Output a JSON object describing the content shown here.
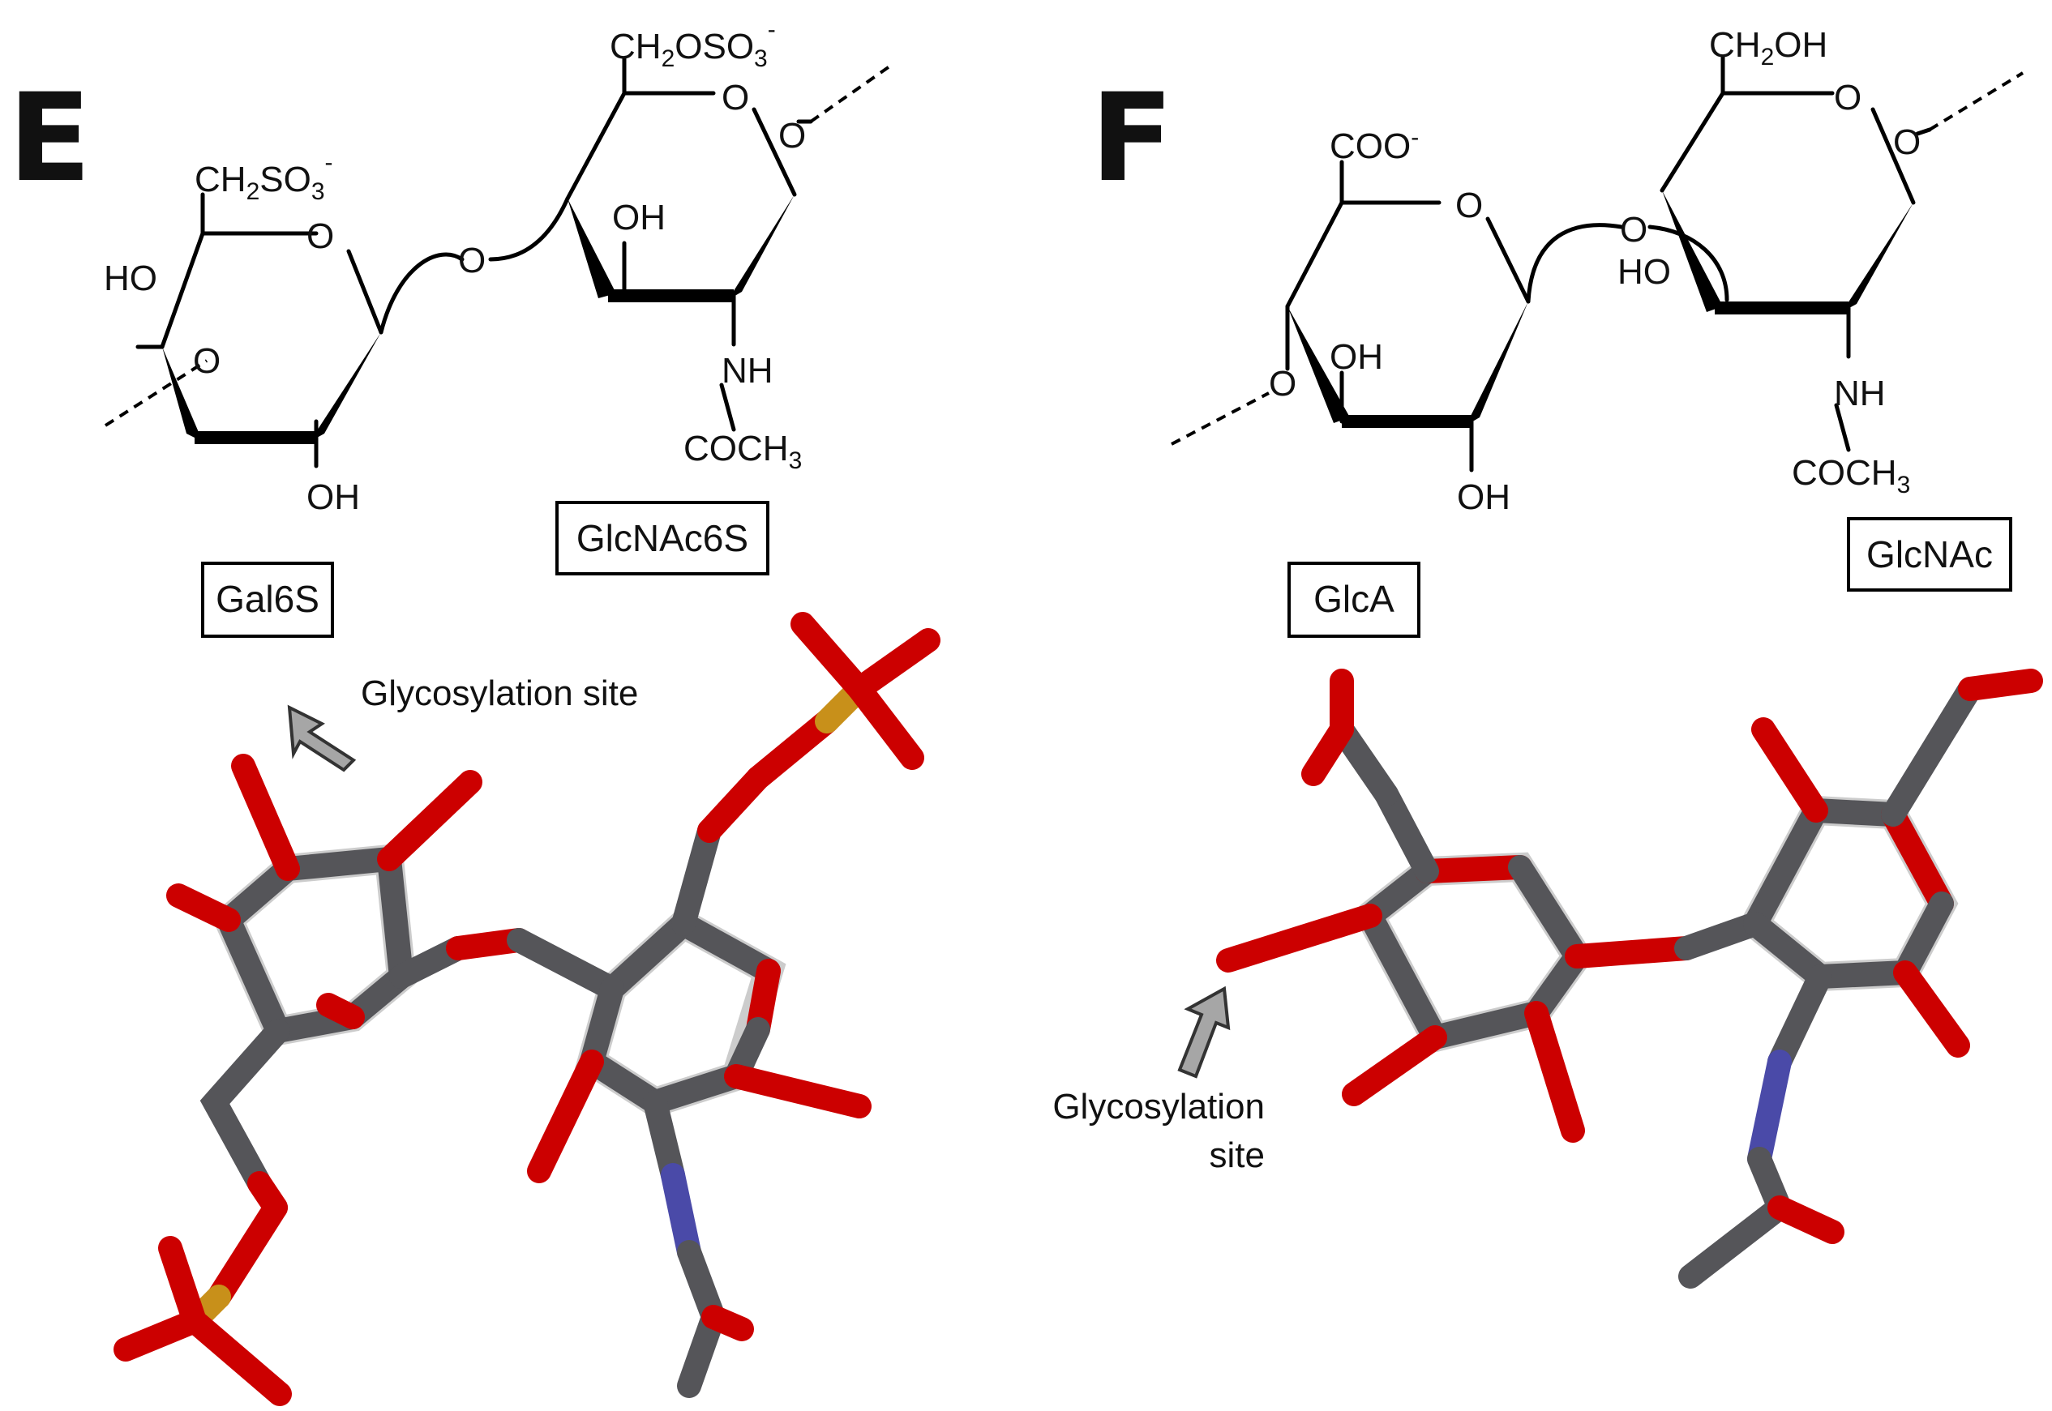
{
  "panels": [
    {
      "letter": "E",
      "residues": [
        "Gal6S",
        "GlcNAc6S"
      ],
      "callout": {
        "lines": [
          "Glycosylation site"
        ]
      },
      "atom_labels": {
        "ring1_ch2": "CH",
        "ring1_ch2_sub1": "2",
        "ring1_ch2_group": "SO",
        "ring1_ch2_sub2": "3",
        "ring1_ch2_charge": "-",
        "ring1_o": "O",
        "ring1_ho": "HO",
        "ring1_o_link": "O",
        "ring1_oh": "OH",
        "glyco_o": "O",
        "ring2_ch2": "CH",
        "ring2_ch2_sub1": "2",
        "ring2_ch2_group": "OSO",
        "ring2_ch2_sub2": "3",
        "ring2_ch2_charge": "-",
        "ring2_o": "O",
        "ring2_o_link": "O",
        "ring2_oh": "OH",
        "ring2_nh": "NH",
        "ring2_acyl": "COCH",
        "ring2_acyl_sub": "3"
      }
    },
    {
      "letter": "F",
      "residues": [
        "GlcA",
        "GlcNAc"
      ],
      "callout": {
        "lines": [
          "Glycosylation",
          "site"
        ]
      },
      "atom_labels": {
        "ring1_coo": "COO",
        "ring1_coo_charge": "-",
        "ring1_o": "O",
        "ring1_o_link": "O",
        "ring1_oh_a": "OH",
        "ring1_oh_b": "OH",
        "glyco_o": "O",
        "ring2_ho": "HO",
        "ring2_ch2": "CH",
        "ring2_ch2_sub": "2",
        "ring2_ch2_group": "OH",
        "ring2_o": "O",
        "ring2_o_link": "O",
        "ring2_nh": "NH",
        "ring2_acyl": "COCH",
        "ring2_acyl_sub": "3"
      }
    }
  ],
  "colors": {
    "carbon": "#555559",
    "oxygen": "#cc0000",
    "nitrogen": "#4a4aa8",
    "sulfur": "#c8901a",
    "arrow_fill": "#a6a6a6"
  }
}
